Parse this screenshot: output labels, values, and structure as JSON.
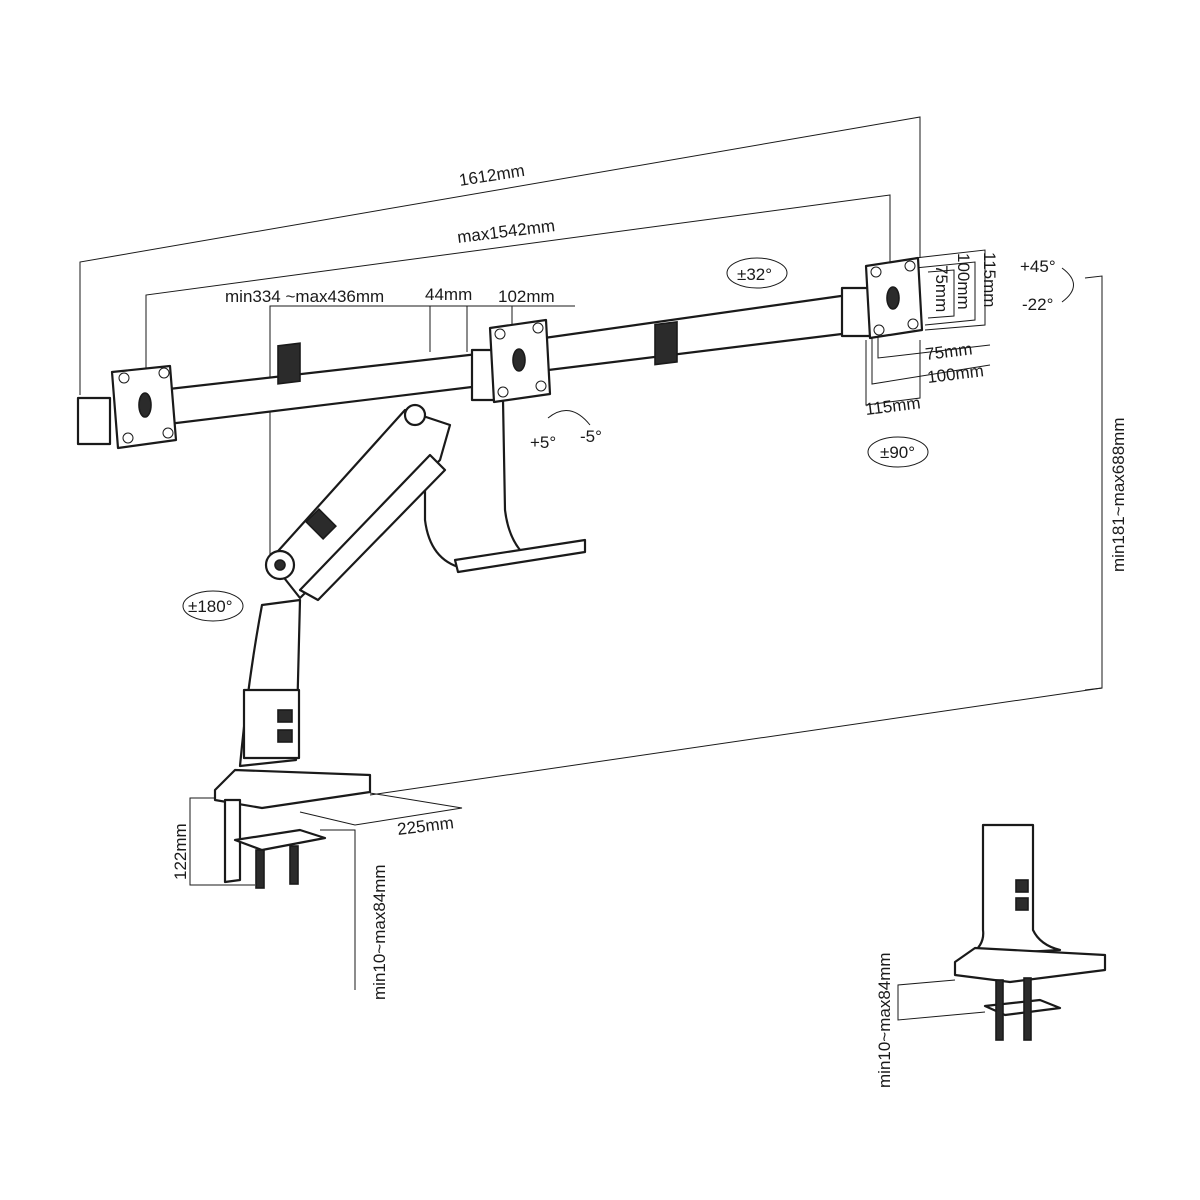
{
  "dimensions": {
    "overall_width": "1612mm",
    "max_span": "max1542mm",
    "arm_reach": "min334 ~max436mm",
    "bar_height": "44mm",
    "bar_offset": "102mm",
    "vesa_h_100": "100mm",
    "vesa_h_115": "115mm",
    "vesa_v_75": "75mm",
    "vesa_75": "75mm",
    "vesa_100": "100mm",
    "vesa_115": "115mm",
    "height_range": "min181~max688mm",
    "base_depth": "225mm",
    "clamp_height": "122mm",
    "desk_thickness": "min10~max84mm",
    "desk_thickness_inset": "min10~max84mm"
  },
  "rotations": {
    "swivel_bar": "±32°",
    "tilt_up": "+45°",
    "tilt_down": "-22°",
    "rotation_portrait": "±90°",
    "tilt_center_up": "+5°",
    "tilt_center_down": "-5°",
    "swivel_base": "±180°"
  }
}
